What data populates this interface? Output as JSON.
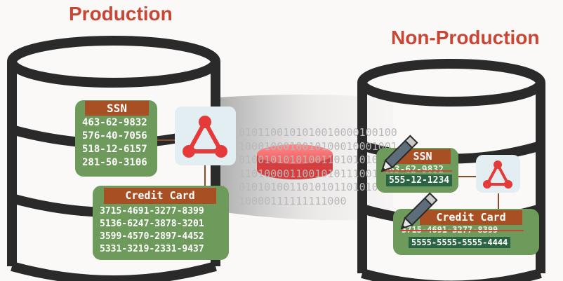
{
  "production": {
    "title": "Production",
    "ssn": {
      "header": "SSN",
      "values": [
        "463-62-9832",
        "576-40-7056",
        "518-12-6157",
        "281-50-3106"
      ]
    },
    "credit_card": {
      "header": "Credit Card",
      "values": [
        "3715-4691-3277-8399",
        "5136-6247-3878-3201",
        "3599-4570-2897-4452",
        "5331-3219-2331-9437"
      ]
    }
  },
  "non_production": {
    "title": "Non-Production",
    "ssn": {
      "header": "SSN",
      "original_value": "463-62-9832",
      "masked_value": "555-12-1234"
    },
    "credit_card": {
      "header": "Credit Card",
      "original_value": "3715-4691-3277-8399",
      "masked_value": "5555-5555-5555-4444"
    }
  },
  "transfer": {
    "binary_lines": [
      "0101100101010010000100100",
      "1000100010010100010001001",
      "010010101010011010101011",
      "11010000110010101110010",
      "010101001101010110101010",
      "10000111111111000"
    ]
  },
  "icons": {
    "masking": "masking-triangle-icon",
    "pencil": "pencil-icon",
    "database": "database-cylinder-icon",
    "disc": "data-disc-icon"
  },
  "colors": {
    "title": "#c74634",
    "card": "#6e9a5c",
    "header": "#a94f24",
    "masked_value_bg": "#2b6442",
    "icon_red": "#e63a3a"
  }
}
